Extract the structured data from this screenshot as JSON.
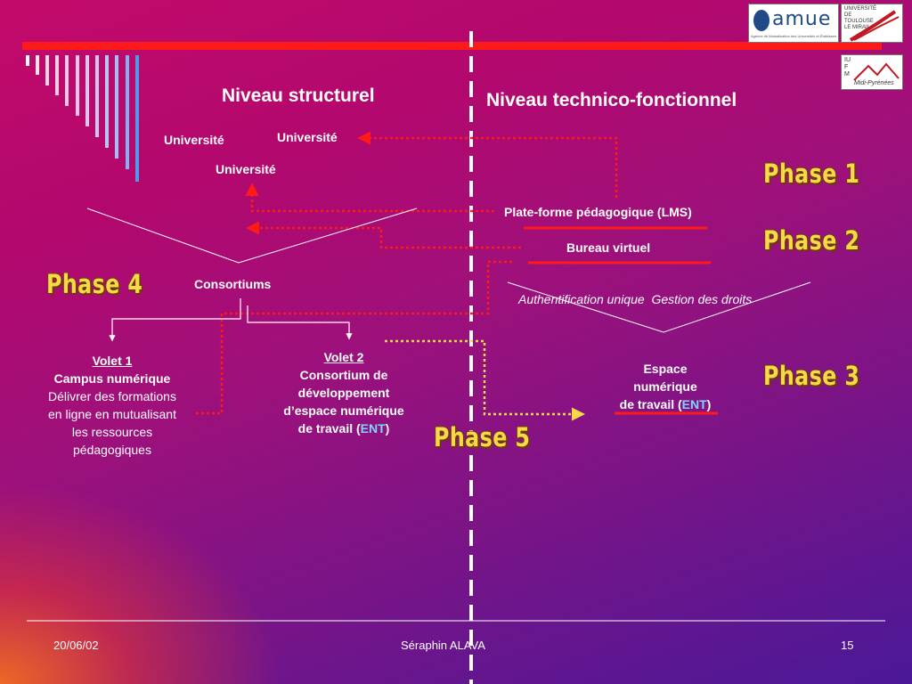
{
  "left_heading": "Niveau structurel",
  "right_heading": "Niveau technico-fonctionnel",
  "universite": [
    "Université",
    "Université",
    "Université"
  ],
  "consortiums": "Consortiums",
  "lms": "Plate-forme pédagogique (LMS)",
  "bureau": "Bureau virtuel",
  "auth": "Authentification unique  Gestion des droits",
  "volet1": {
    "title": "Volet 1",
    "subtitle": "Campus numérique",
    "lines": [
      "Délivrer des formations",
      "en ligne en mutualisant",
      "les ressources",
      "pédagogiques"
    ]
  },
  "volet2": {
    "title": "Volet 2",
    "lines": [
      "Consortium de",
      "développement",
      "d’espace numérique",
      "de travail ("
    ],
    "ent": "ENT",
    "close": ")"
  },
  "espace": {
    "lines": [
      "Espace",
      "numérique",
      "de travail ("
    ],
    "ent": "ENT",
    "close": ")"
  },
  "phases": {
    "p1": "Phase 1",
    "p2": "Phase 2",
    "p3": "Phase 3",
    "p4": "Phase 4",
    "p5": "Phase 5"
  },
  "logos": {
    "amue": "amue",
    "amue_sub": "Agence de Mutualisation des Universités et Établissements",
    "utm": "UNIVERSITÉ DE TOULOUSE LE MIRAIL",
    "iufm": "IUFM",
    "iufm_sub": "Midi-Pyrénées"
  },
  "footer": {
    "date": "20/06/02",
    "author": "Séraphin ALAVA",
    "page": "15"
  },
  "colors": {
    "red": "#ff1a1a",
    "yellow": "#f6d84a",
    "ent": "#7fd4ff"
  }
}
